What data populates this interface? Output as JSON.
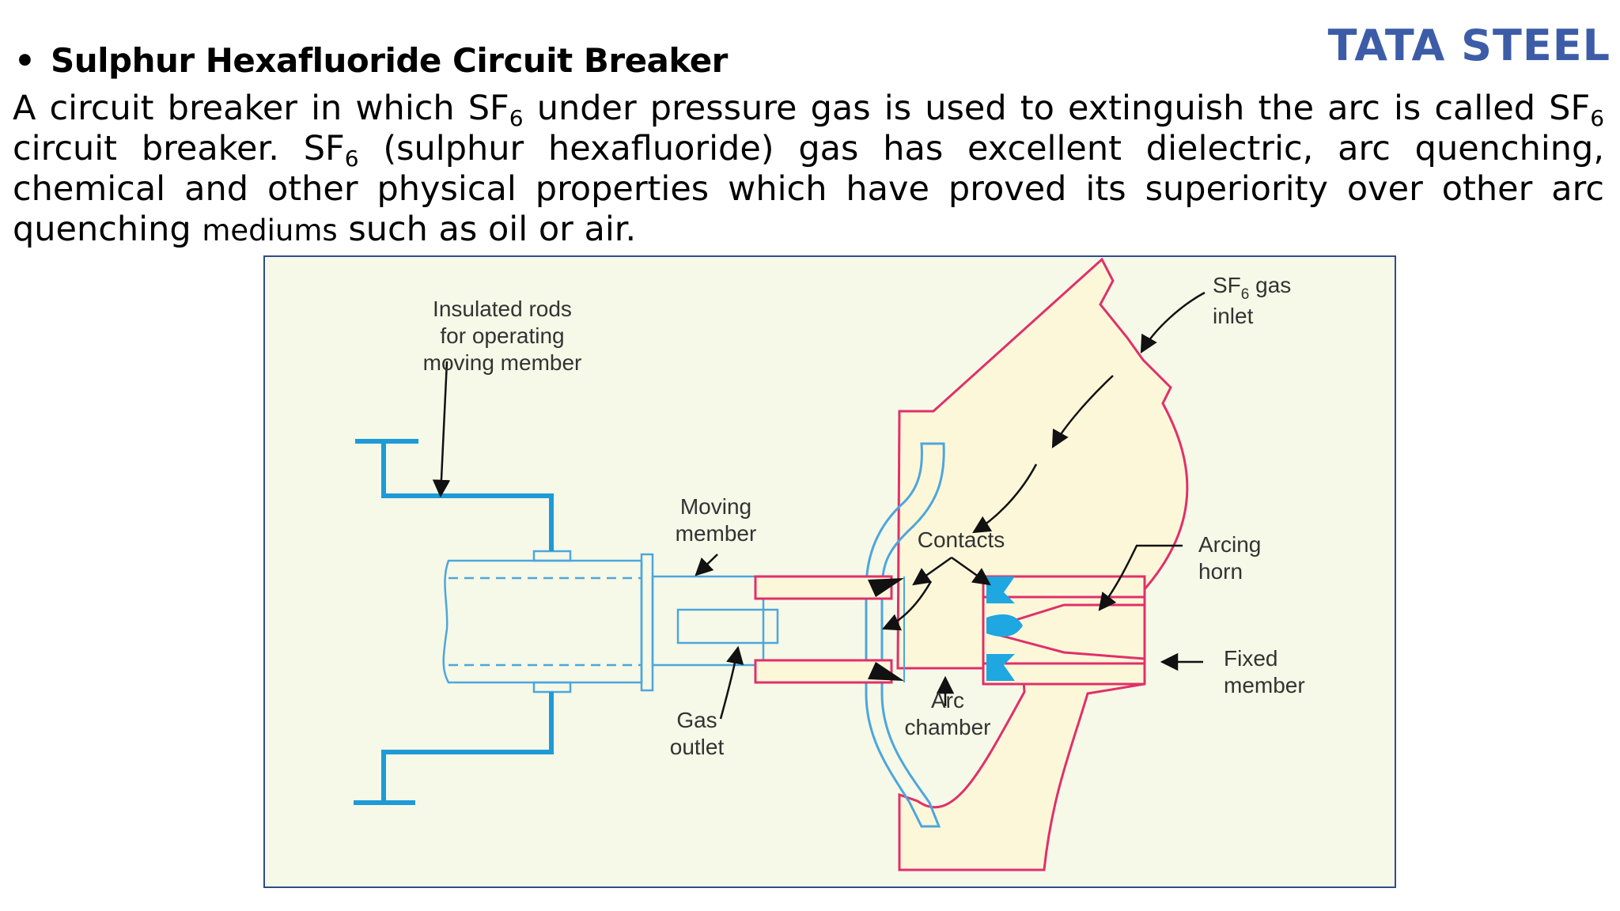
{
  "logo": {
    "text": "TATA STEEL"
  },
  "heading": {
    "bullet": "•",
    "title": "Sulphur Hexafluoride Circuit Breaker"
  },
  "paragraph": {
    "p1": "A circuit breaker in which SF",
    "sub1": "6",
    "p2": " under pressure gas is used to extinguish the arc is called SF",
    "sub2": "6",
    "p3": " circuit breaker. SF",
    "sub3": "6",
    "p4": " (sulphur hexafluoride) gas has excellent dielectric, arc quenching, chemical and other physical properties which have proved its superiority over other arc quenching ",
    "small": "mediums",
    "p5": " such as oil or air."
  },
  "diagram": {
    "labels": {
      "insulated_1": "Insulated rods",
      "insulated_2": "for operating",
      "insulated_3": "moving member",
      "moving_1": "Moving",
      "moving_2": "member",
      "contacts": "Contacts",
      "sf6_sf": "SF",
      "sf6_sub": "6",
      "sf6_gas": " gas",
      "sf6_inlet": "inlet",
      "arcing_1": "Arcing",
      "arcing_2": "horn",
      "fixed_1": "Fixed",
      "fixed_2": "member",
      "gas_1": "Gas",
      "gas_2": "outlet",
      "arc_1": "Arc",
      "arc_2": "chamber"
    },
    "colors": {
      "background": "#f6f9e8",
      "border": "#2c4f8a",
      "housing_stroke": "#e0306a",
      "housing_fill": "#fdf7d9",
      "rods": "#1e9ad8",
      "contact_fill": "#1ea7e0",
      "moving_outline": "#4da6dc"
    }
  }
}
